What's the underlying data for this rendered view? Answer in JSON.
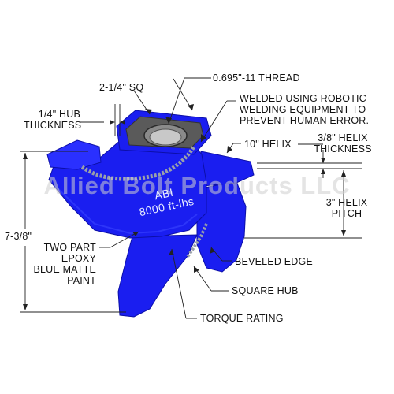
{
  "labels": {
    "square_size": "2-1/4\" SQ",
    "thread": "0.695\"-11 THREAD",
    "welded_l1": "WELDED USING ROBOTIC",
    "welded_l2": "WELDING EQUIPMENT TO",
    "welded_l3": "PREVENT HUMAN ERROR.",
    "hub_thick_l1": "1/4\" HUB",
    "hub_thick_l2": "THICKNESS",
    "helix": "10\" HELIX",
    "helix_thick_l1": "3/8\" HELIX",
    "helix_thick_l2": "THICKNESS",
    "pitch_l1": "3\" HELIX",
    "pitch_l2": "PITCH",
    "height": "7-3/8\"",
    "paint_l1": "TWO PART",
    "paint_l2": "EPOXY",
    "paint_l3": "BLUE MATTE",
    "paint_l4": "PAINT",
    "beveled": "BEVELED EDGE",
    "square_hub": "SQUARE HUB",
    "torque": "TORQUE RATING"
  },
  "stamp": {
    "brand": "ABI",
    "rating": "8000 ft-lbs"
  },
  "watermark": "Allied Bolt Products LLC",
  "colors": {
    "blue": "#1a1ef0",
    "blue_dark": "#0c0fa8",
    "blue_light": "#3a44ff",
    "hub_face": "#5a5a5a",
    "weld": "#9aa0aa"
  }
}
